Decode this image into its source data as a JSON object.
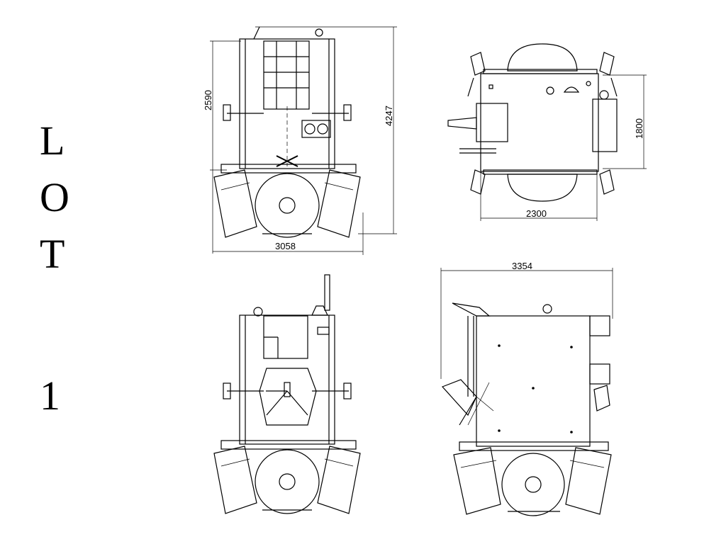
{
  "title_letters": [
    "L",
    "O",
    "T",
    "1"
  ],
  "dimensions": {
    "front_height_body": "2590",
    "front_height_total": "4247",
    "front_width": "3058",
    "top_width": "2300",
    "top_depth": "1800",
    "side_length": "3354"
  }
}
